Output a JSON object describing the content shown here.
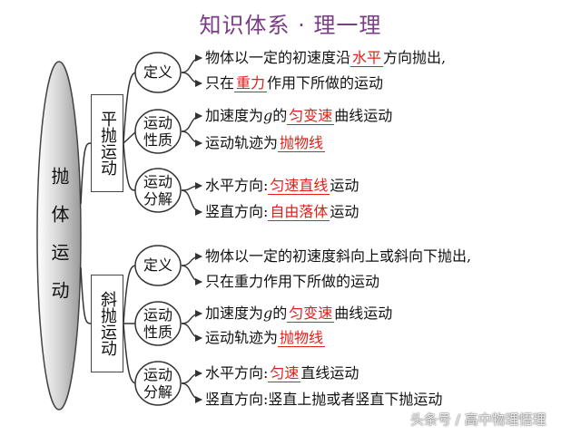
{
  "title": "知识体系 · 理一理",
  "root": "抛体运动",
  "branches": [
    {
      "name": "平抛运动",
      "sections": [
        {
          "label": "定义",
          "lines": [
            {
              "pre": "物体以一定的初速度沿",
              "red": "水平",
              "post": "方向抛出,"
            },
            {
              "pre": "只在",
              "red": "重力",
              "post": "作用下所做的运动"
            }
          ]
        },
        {
          "label": "运动性质",
          "lines": [
            {
              "pre": "加速度为",
              "g": "g",
              "mid": "的",
              "red": "匀变速",
              "post": "曲线运动"
            },
            {
              "pre": "运动轨迹为",
              "red": "抛物线",
              "post": ""
            }
          ]
        },
        {
          "label": "运动分解",
          "lines": [
            {
              "pre": "水平方向:",
              "red": "匀速直线",
              "post": "运动"
            },
            {
              "pre": "竖直方向:",
              "red": "自由落体",
              "post": "运动"
            }
          ]
        }
      ]
    },
    {
      "name": "斜抛运动",
      "sections": [
        {
          "label": "定义",
          "lines": [
            {
              "pre": "物体以一定的初速度斜向上或斜向下抛出,",
              "red": "",
              "post": ""
            },
            {
              "pre": "只在重力作用下所做的运动",
              "red": "",
              "post": ""
            }
          ]
        },
        {
          "label": "运动性质",
          "lines": [
            {
              "pre": "加速度为",
              "g": "g",
              "mid": "的",
              "red": "匀变速",
              "post": "曲线运动"
            },
            {
              "pre": "运动轨迹为",
              "red": "抛物线",
              "post": ""
            }
          ]
        },
        {
          "label": "运动分解",
          "lines": [
            {
              "pre": "水平方向:",
              "red": "匀速",
              "post": "直线运动"
            },
            {
              "pre": "竖直方向:竖直上抛或者竖直下抛运动",
              "red": "",
              "post": ""
            }
          ]
        }
      ]
    }
  ],
  "watermark": "头条号 / 高中物理悟理",
  "colors": {
    "title": "#7a3d86",
    "highlight": "#e0201b",
    "line": "#333333",
    "root_fill": "#dcdcdc"
  }
}
